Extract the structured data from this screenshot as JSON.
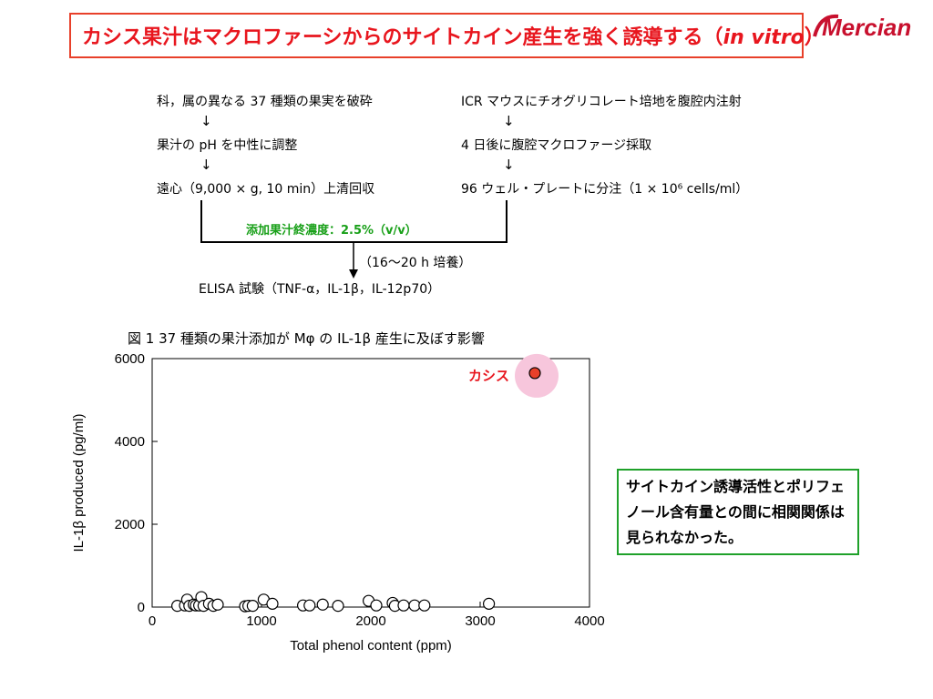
{
  "title": {
    "text": "カシス果汁はマクロファーシからのサイトカイン産生を強く誘導する（",
    "italic": "in vitro",
    "close": "）"
  },
  "logo": {
    "text": "Mercian"
  },
  "procedure": {
    "left": [
      "科，属の異なる 37 種類の果実を破砕",
      "果汁の pH を中性に調整",
      "遠心（9,000 × g, 10 min）上清回収"
    ],
    "right": [
      "ICR マウスにチオグリコレート培地を腹腔内注射",
      "4 日後に腹腔マクロファージ採取",
      "96 ウェル・プレートに分注（1 × 10⁶ cells/ml）"
    ],
    "arrow": "↓",
    "concentration": "添加果汁終濃度：2.5%（v/v）",
    "culture": "（16〜20 h 培養）",
    "assay": "ELISA 試験（TNF-α，IL-1β，IL-12p70）"
  },
  "figure_title": "図 1  37 種類の果汁添加が Mφ の IL-1β 産生に及ぼす影響",
  "note": "サイトカイン誘導活性とポリフェノール含有量との間に相関関係は見られなかった。",
  "colors": {
    "title_red": "#e8161e",
    "box_green": "#1fa12a",
    "highlight_pink": "#f7c6dc",
    "cassis_point": "#e8402a",
    "concentration_green": "#19a019"
  },
  "chart_data": {
    "type": "scatter",
    "xlabel": "Total phenol content (ppm)",
    "ylabel": "IL-1β produced (pg/ml)",
    "xlim": [
      0,
      4000
    ],
    "ylim": [
      0,
      6000
    ],
    "xticks": [
      0,
      1000,
      2000,
      3000,
      4000
    ],
    "yticks": [
      0,
      2000,
      4000,
      6000
    ],
    "grid": false,
    "points": [
      {
        "x": 230,
        "y": 30
      },
      {
        "x": 300,
        "y": 40
      },
      {
        "x": 320,
        "y": 180
      },
      {
        "x": 340,
        "y": 30
      },
      {
        "x": 380,
        "y": 60
      },
      {
        "x": 400,
        "y": 40
      },
      {
        "x": 430,
        "y": 40
      },
      {
        "x": 450,
        "y": 240
      },
      {
        "x": 470,
        "y": 30
      },
      {
        "x": 520,
        "y": 80
      },
      {
        "x": 560,
        "y": 30
      },
      {
        "x": 600,
        "y": 60
      },
      {
        "x": 850,
        "y": 20
      },
      {
        "x": 880,
        "y": 30
      },
      {
        "x": 920,
        "y": 30
      },
      {
        "x": 1020,
        "y": 180
      },
      {
        "x": 1100,
        "y": 80
      },
      {
        "x": 1380,
        "y": 40
      },
      {
        "x": 1440,
        "y": 40
      },
      {
        "x": 1560,
        "y": 60
      },
      {
        "x": 1700,
        "y": 30
      },
      {
        "x": 1980,
        "y": 150
      },
      {
        "x": 2050,
        "y": 40
      },
      {
        "x": 2200,
        "y": 100
      },
      {
        "x": 2220,
        "y": 30
      },
      {
        "x": 2300,
        "y": 40
      },
      {
        "x": 2400,
        "y": 40
      },
      {
        "x": 2490,
        "y": 40
      },
      {
        "x": 3080,
        "y": 80
      }
    ],
    "highlight": {
      "label": "カシス",
      "x": 3500,
      "y": 5650
    }
  }
}
